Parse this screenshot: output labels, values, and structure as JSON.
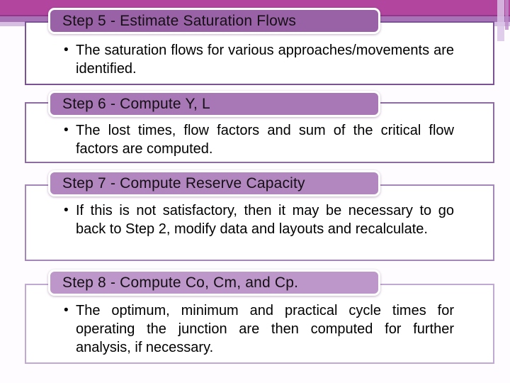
{
  "bullet_glyph": "•",
  "decoration": {
    "top_bar_color": "#b2469e",
    "top_bar_edge_color": "#93358a",
    "band_mid_color": "#a873b6",
    "band_light_color": "#d6bde2",
    "stripe_1_color": "#d9c4e7",
    "stripe_2_color": "#bd8cc9",
    "box_background": "#ffffff",
    "header_border_color": "#ffffff",
    "header_text_color": "#151015",
    "body_text_color": "#000000"
  },
  "steps": [
    {
      "title": "Step 5 - Estimate Saturation Flows",
      "bullet": "The saturation flows for various approaches/movements are identified.",
      "header_color": "#9a62a6",
      "border_color": "#7a5295"
    },
    {
      "title": "Step 6 - Compute Y, L",
      "bullet": "The lost times, flow factors and sum of the critical flow factors are computed.",
      "header_color": "#a878b6",
      "border_color": "#8d6ba3"
    },
    {
      "title": "Step 7 - Compute Reserve Capacity",
      "bullet": "If this is not satisfactory, then it may be necessary to go back to Step 2, modify data and layouts and recalculate.",
      "header_color": "#b287bf",
      "border_color": "#a487ba"
    },
    {
      "title": "Step 8 - Compute Co, Cm, and Cp.",
      "bullet": "The optimum, minimum and practical cycle times for operating the junction are then computed for further analysis, if necessary.",
      "header_color": "#bd97c9",
      "border_color": "#c0a9d2"
    }
  ]
}
